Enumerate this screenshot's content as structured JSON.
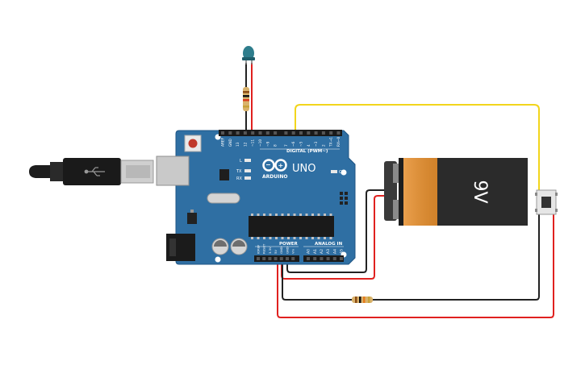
{
  "arduino": {
    "brand": "ARDUINO",
    "model": "UNO",
    "digital_header": "DIGITAL (PWM~)",
    "power_header": "POWER",
    "analog_header": "ANALOG IN",
    "led_l": "L",
    "led_tx": "TX",
    "led_rx": "RX",
    "led_on": "ON",
    "digital_pins": [
      "AREF",
      "GND",
      "13",
      "12",
      "~11",
      "~10",
      "~9",
      "8",
      "7",
      "~6",
      "~5",
      "4",
      "~3",
      "2",
      "TX→1",
      "RX←0"
    ],
    "power_pins": [
      "IOREF",
      "RESET",
      "3.3V",
      "5V",
      "GND",
      "GND",
      "Vin"
    ],
    "analog_pins": [
      "A0",
      "A1",
      "A2",
      "A3",
      "A4",
      "A5"
    ]
  },
  "battery": {
    "label": "9V"
  },
  "colors": {
    "board": "#2f6fa3",
    "board_edge": "#1f5584",
    "wire_red": "#e0211f",
    "wire_yellow": "#f2d51c",
    "wire_black": "#222222",
    "battery_body": "#e8902e",
    "battery_top": "#2b2b2b",
    "led": "#2e7d8c"
  }
}
